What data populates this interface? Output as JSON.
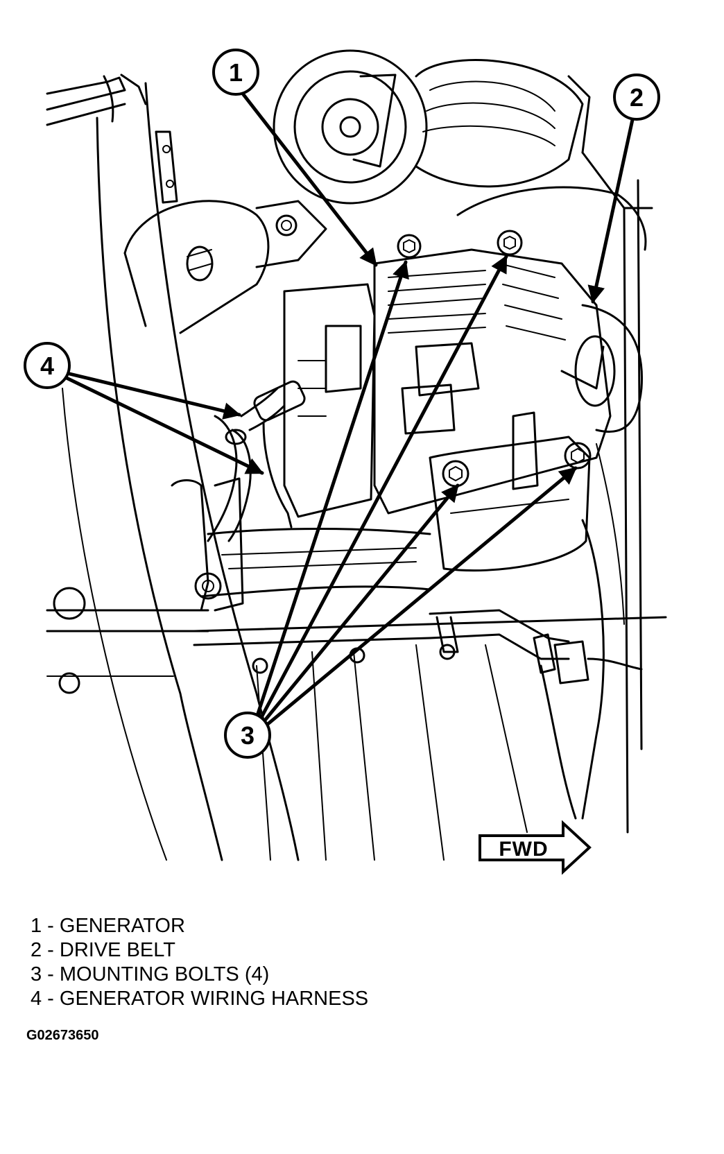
{
  "callouts": [
    {
      "number": "1"
    },
    {
      "number": "2"
    },
    {
      "number": "3"
    },
    {
      "number": "4"
    }
  ],
  "direction_label": "FWD",
  "legend": [
    {
      "text": "1 - GENERATOR"
    },
    {
      "text": "2 - DRIVE BELT"
    },
    {
      "text": "3 - MOUNTING BOLTS (4)"
    },
    {
      "text": "4 - GENERATOR WIRING HARNESS"
    }
  ],
  "figure_id": "G02673650"
}
